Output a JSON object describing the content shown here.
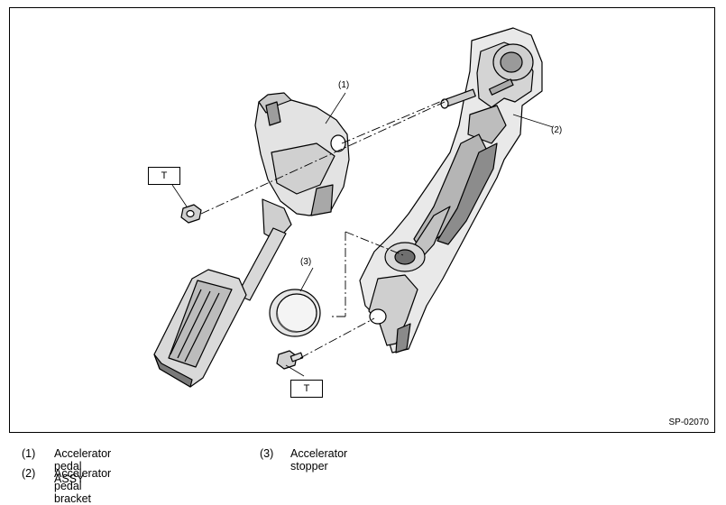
{
  "diagram": {
    "callouts": [
      {
        "id": "c1",
        "text": "(1)"
      },
      {
        "id": "c2",
        "text": "(2)"
      },
      {
        "id": "c3",
        "text": "(3)"
      }
    ],
    "torque_marks": [
      "T",
      "T"
    ],
    "figure_id": "SP-02070"
  },
  "legend": {
    "items": [
      {
        "num": "(1)",
        "label": "Accelerator pedal ASSY"
      },
      {
        "num": "(2)",
        "label": "Accelerator pedal bracket"
      },
      {
        "num": "(3)",
        "label": "Accelerator stopper"
      }
    ]
  }
}
